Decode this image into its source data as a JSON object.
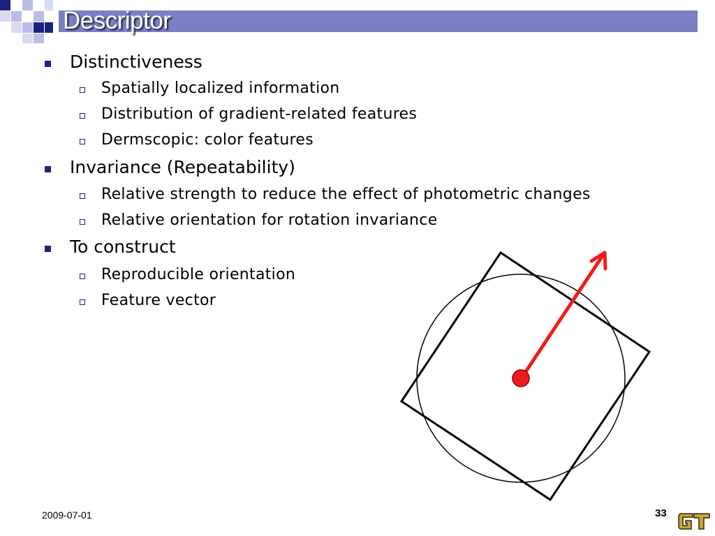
{
  "slide": {
    "title": "Descriptor",
    "bullets": [
      {
        "text": "Distinctiveness",
        "sub": [
          "Spatially localized information",
          "Distribution of gradient-related features",
          "Dermscopic: color features"
        ]
      },
      {
        "text": "Invariance (Repeatability)",
        "sub": [
          "Relative strength to reduce the effect of photometric changes",
          "Relative orientation for rotation invariance"
        ]
      },
      {
        "text": "To construct",
        "sub": [
          "Reproducible orientation",
          "Feature vector"
        ]
      }
    ],
    "footer": {
      "date": "2009-07-01",
      "page": "33"
    }
  },
  "colors": {
    "title_bar": "#7b7fc4",
    "bullet": "#1a237e",
    "arrow": "#ee1c1c",
    "deco_dark": "#1a237e",
    "deco_light": "#b9bce6",
    "logo_gold": "#c8a441"
  },
  "icons": {
    "logo": "gt-logo-icon",
    "arrow": "orientation-arrow-icon"
  }
}
